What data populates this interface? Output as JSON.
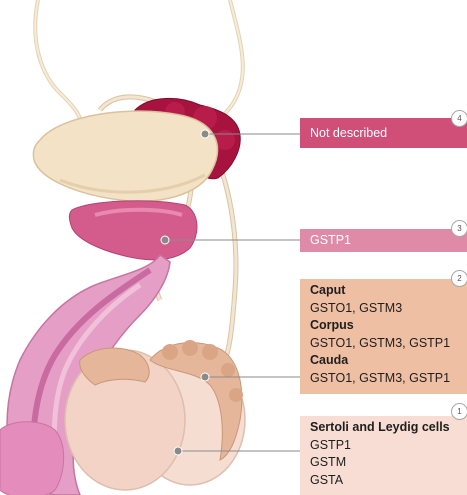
{
  "header_fragment": "",
  "callouts": [
    {
      "number": "4",
      "lines": [
        {
          "text": "Not described",
          "bold": false
        }
      ]
    },
    {
      "number": "3",
      "lines": [
        {
          "text": "GSTP1",
          "bold": false
        }
      ]
    },
    {
      "number": "2",
      "lines": [
        {
          "text": "Caput",
          "bold": true
        },
        {
          "text": "GSTO1, GSTM3",
          "bold": false
        },
        {
          "text": "Corpus",
          "bold": true
        },
        {
          "text": "GSTO1, GSTM3, GSTP1",
          "bold": false
        },
        {
          "text": "Cauda",
          "bold": true
        },
        {
          "text": "GSTO1, GSTM3, GSTP1",
          "bold": false
        }
      ]
    },
    {
      "number": "1",
      "lines": [
        {
          "text": "Sertoli and Leydig cells",
          "bold": true
        },
        {
          "text": "GSTP1",
          "bold": false
        },
        {
          "text": "GSTM",
          "bold": false
        },
        {
          "text": "GSTA",
          "bold": false
        }
      ]
    }
  ],
  "colors": {
    "seminal_vesicle": "#a8123f",
    "bladder": "#f3e2c6",
    "prostate": "#d45c8c",
    "penis": "#e59fc6",
    "epididymis": "#e6b69a",
    "testis": "#f6ddd2",
    "vas_deferens": "#f3e5d0"
  }
}
